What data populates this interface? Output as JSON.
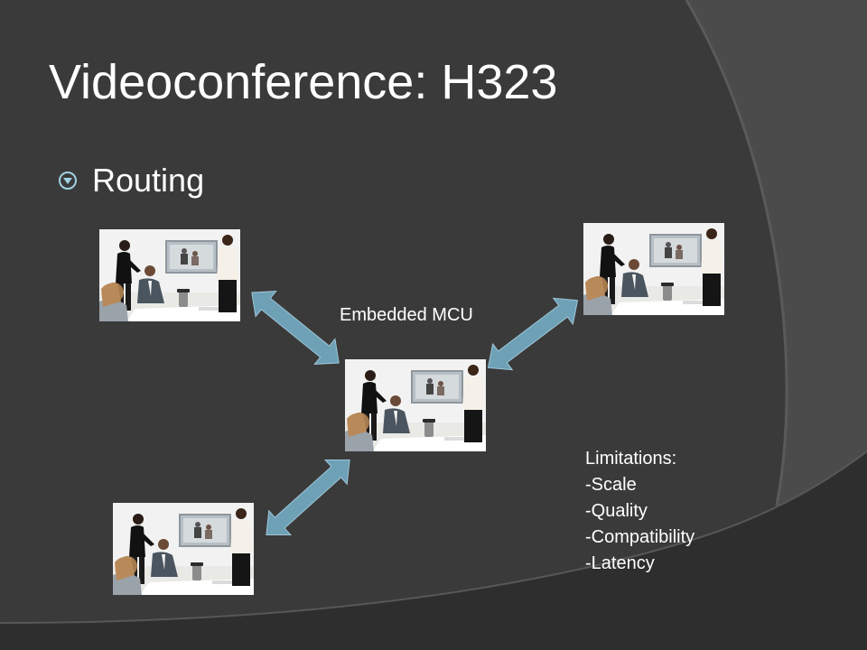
{
  "slide": {
    "title": "Videoconference: H323",
    "bullet": "Routing",
    "mcu_label": "Embedded MCU",
    "limitations": {
      "heading": "Limitations:",
      "items": [
        "-Scale",
        "-Quality",
        "-Compatibility",
        "-Latency"
      ]
    }
  },
  "icons": {
    "bullet": "circled-arrow-bullet-icon"
  },
  "colors": {
    "background": "#424242",
    "swoosh": "#383838",
    "arrow_fill": "#6ea0b6",
    "text": "#ffffff"
  }
}
